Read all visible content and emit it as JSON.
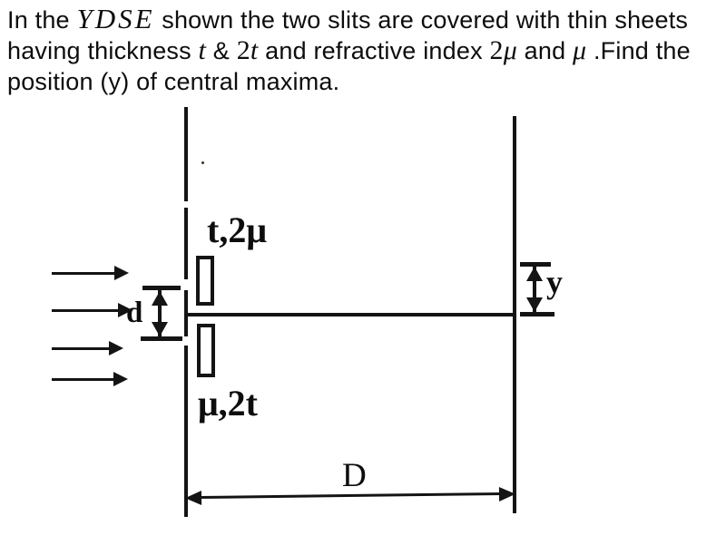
{
  "problem": {
    "segments": [
      {
        "text": "In the "
      },
      {
        "text": "YDSE"
      },
      {
        "text": " shown the two slits are covered with thin sheets"
      },
      {
        "text": "having thickness "
      },
      {
        "text": "t"
      },
      {
        "text": " & "
      },
      {
        "text": "2"
      },
      {
        "text": "t"
      },
      {
        "text": " and refractive index "
      },
      {
        "text": "2"
      },
      {
        "text": "μ"
      },
      {
        "text": " and "
      },
      {
        "text": "μ"
      },
      {
        "text": " .Find the"
      },
      {
        "text": "position (y) of central maxima."
      }
    ]
  },
  "diagram": {
    "labels": {
      "top_sheet": "t,2μ",
      "bottom_sheet": "μ,2t",
      "slit_separation": "d",
      "screen_offset": "y",
      "screen_distance": "D"
    },
    "incident_ray_count": 4,
    "colors": {
      "ink": "#141414",
      "background": "#ffffff"
    }
  }
}
